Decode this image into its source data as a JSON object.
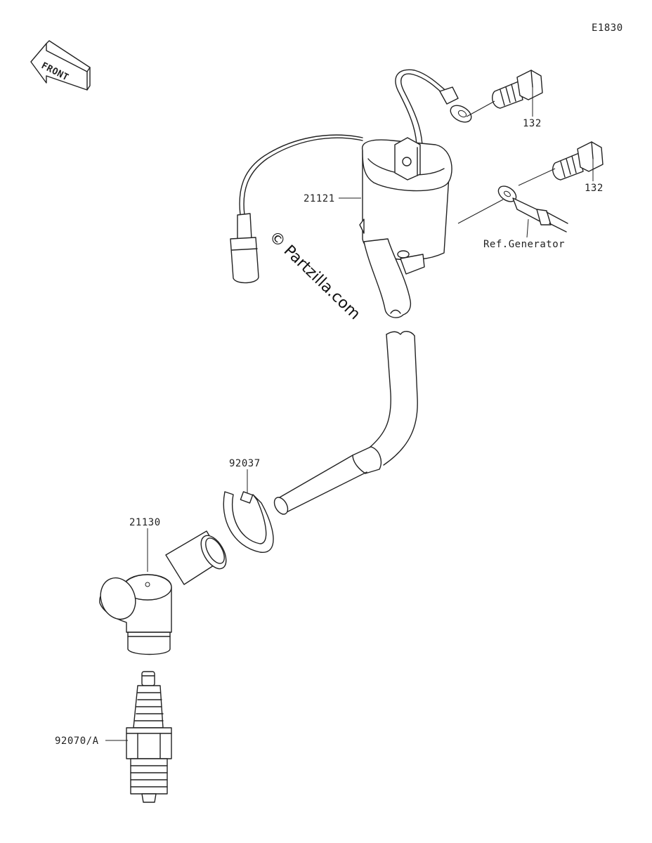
{
  "diagram_code": "E1830",
  "front_label": "FRONT",
  "watermark": "© Partzilla.com",
  "parts": {
    "coil": "21121",
    "bolt_upper": "132",
    "bolt_lower": "132",
    "ref_generator": "Ref.Generator",
    "clamp": "92037",
    "plug_cap": "21130",
    "spark_plug": "92070/A"
  }
}
